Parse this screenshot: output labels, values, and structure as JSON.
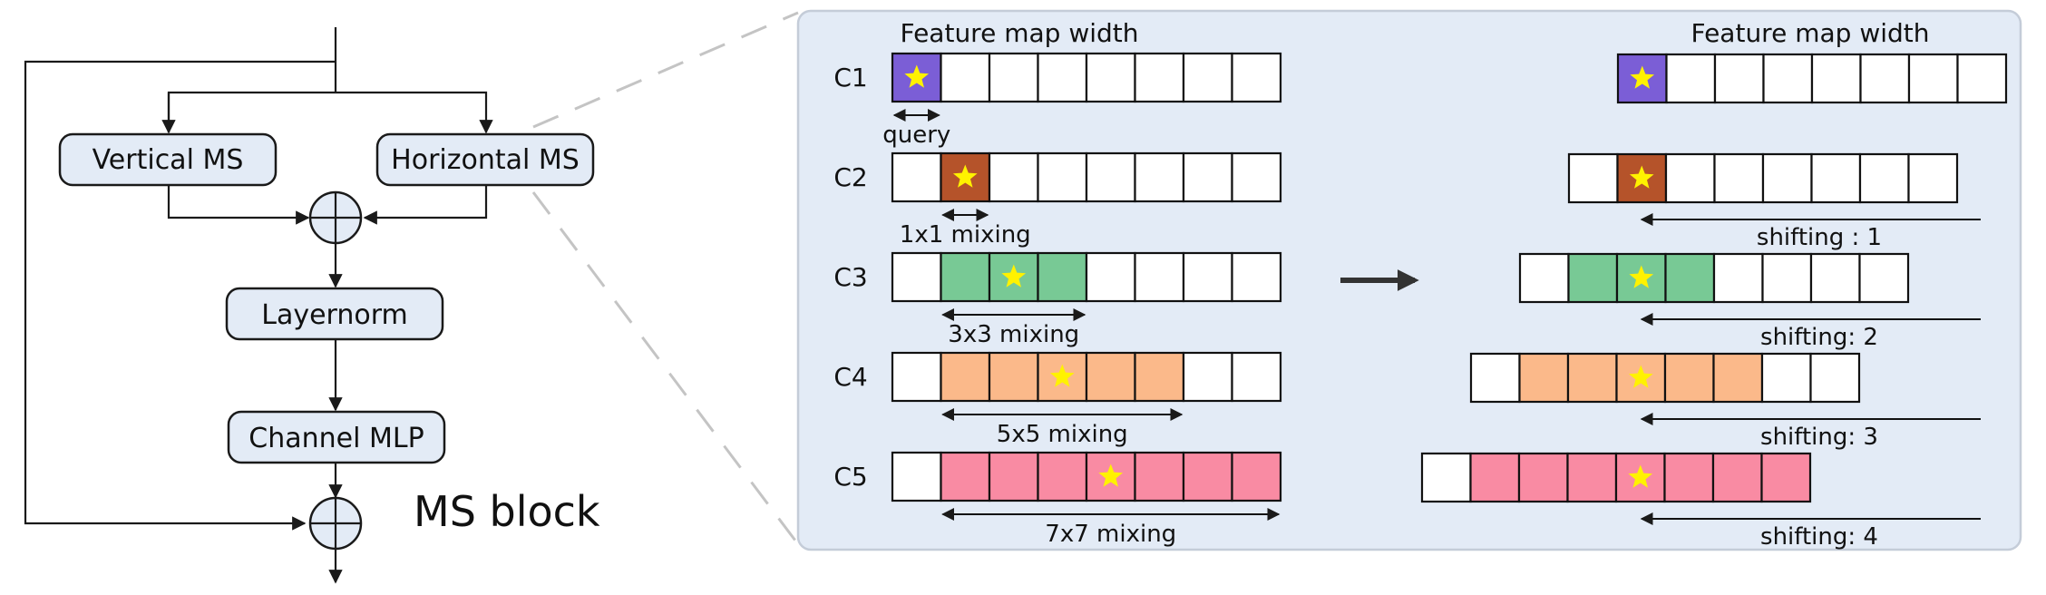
{
  "ms_block": {
    "title": "MS block",
    "vertical_label": "Vertical MS",
    "horizontal_label": "Horizontal MS",
    "layernorm_label": "Layernorm",
    "mlp_label": "Channel MLP"
  },
  "panel": {
    "background_color": "#e3ebf6",
    "left_header": "Feature map width",
    "right_header": "Feature map width",
    "query_label": "query",
    "rows": [
      {
        "label": "C1",
        "color": "#7b5ed6",
        "colored_cells": 1,
        "star_index": 0,
        "mixing_label": "query",
        "shift_label": ""
      },
      {
        "label": "C2",
        "color": "#b5532a",
        "colored_cells": 1,
        "star_index": 1,
        "mixing_label": "1x1 mixing",
        "shift_label": "shifting : 1"
      },
      {
        "label": "C3",
        "color": "#78c995",
        "colored_cells": 3,
        "star_index": 2,
        "mixing_label": "3x3 mixing",
        "shift_label": "shifting: 2"
      },
      {
        "label": "C4",
        "color": "#fbb98a",
        "colored_cells": 5,
        "star_index": 3,
        "mixing_label": "5x5 mixing",
        "shift_label": "shifting: 3"
      },
      {
        "label": "C5",
        "color": "#f98ba3",
        "colored_cells": 7,
        "star_index": 4,
        "mixing_label": "7x7 mixing",
        "shift_label": "shifting: 4"
      }
    ],
    "cells_per_row": 8
  }
}
